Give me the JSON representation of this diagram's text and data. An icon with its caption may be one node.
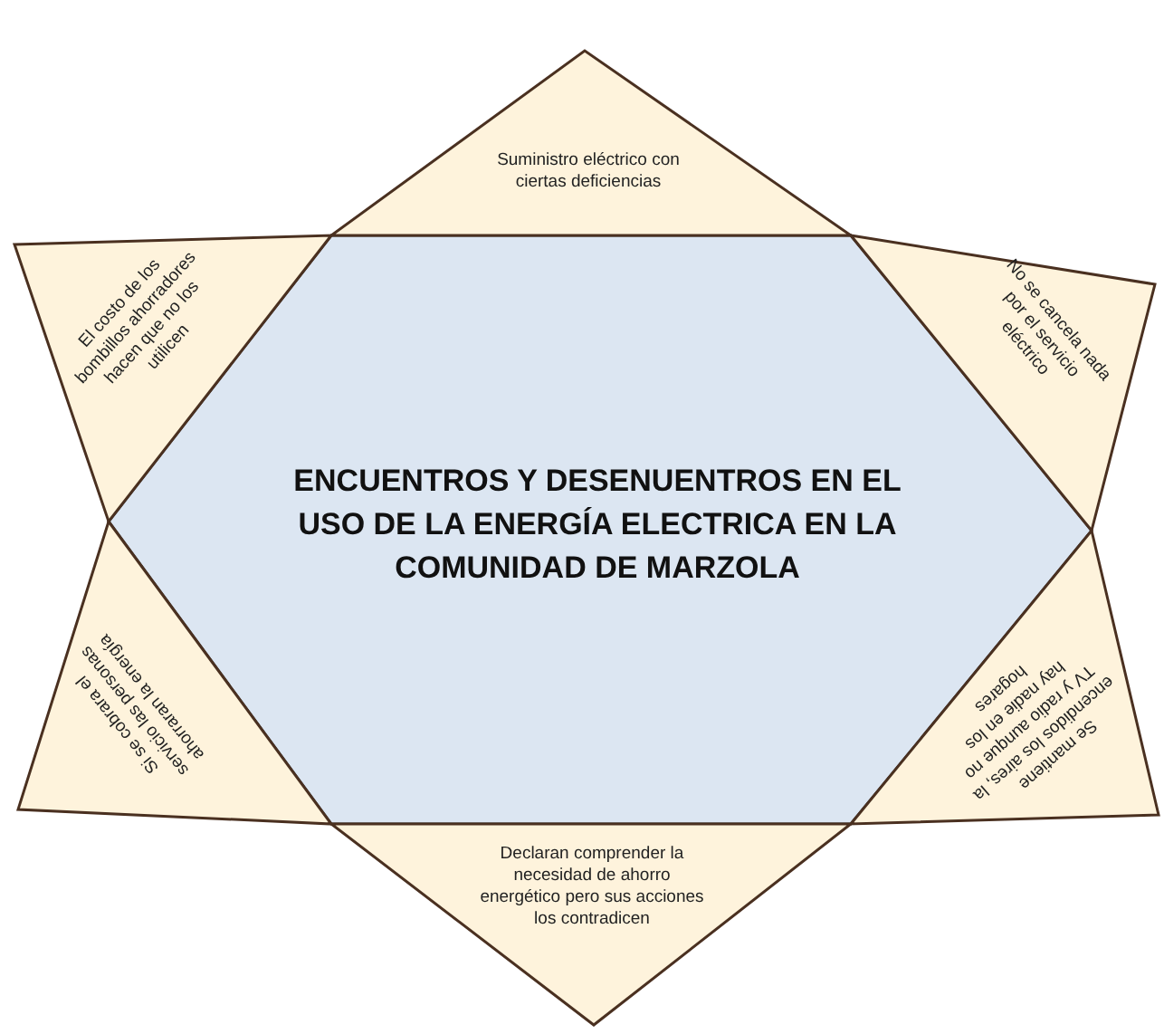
{
  "diagram": {
    "nodes": [
      {
        "text": [
          "Suministro eléctrico con ciertas deficiencias"
        ]
      },
      {
        "text": [
          "El costo de los bombillos ahorradores hacen que no los utilicen"
        ]
      },
      {
        "text": [
          "No se cancela nada por el servicio eléctrico"
        ]
      },
      {
        "text": [
          "ENCUENTROS Y DESENUENTROS EN EL USO DE LA ENERGÍA ELECTRICA EN LA COMUNIDAD DE MARZOLA"
        ]
      },
      {
        "text": [
          "Si se cobrara el servicio las personas ahorraran la energía"
        ]
      },
      {
        "text": [
          "Se mantiene encendidos los aires, la TV y radio aunque no hay nadie en los hogares"
        ]
      },
      {
        "text": [
          "Declaran comprender la necesidad de ahorro energético pero sus acciones los contradicen"
        ]
      }
    ]
  }
}
